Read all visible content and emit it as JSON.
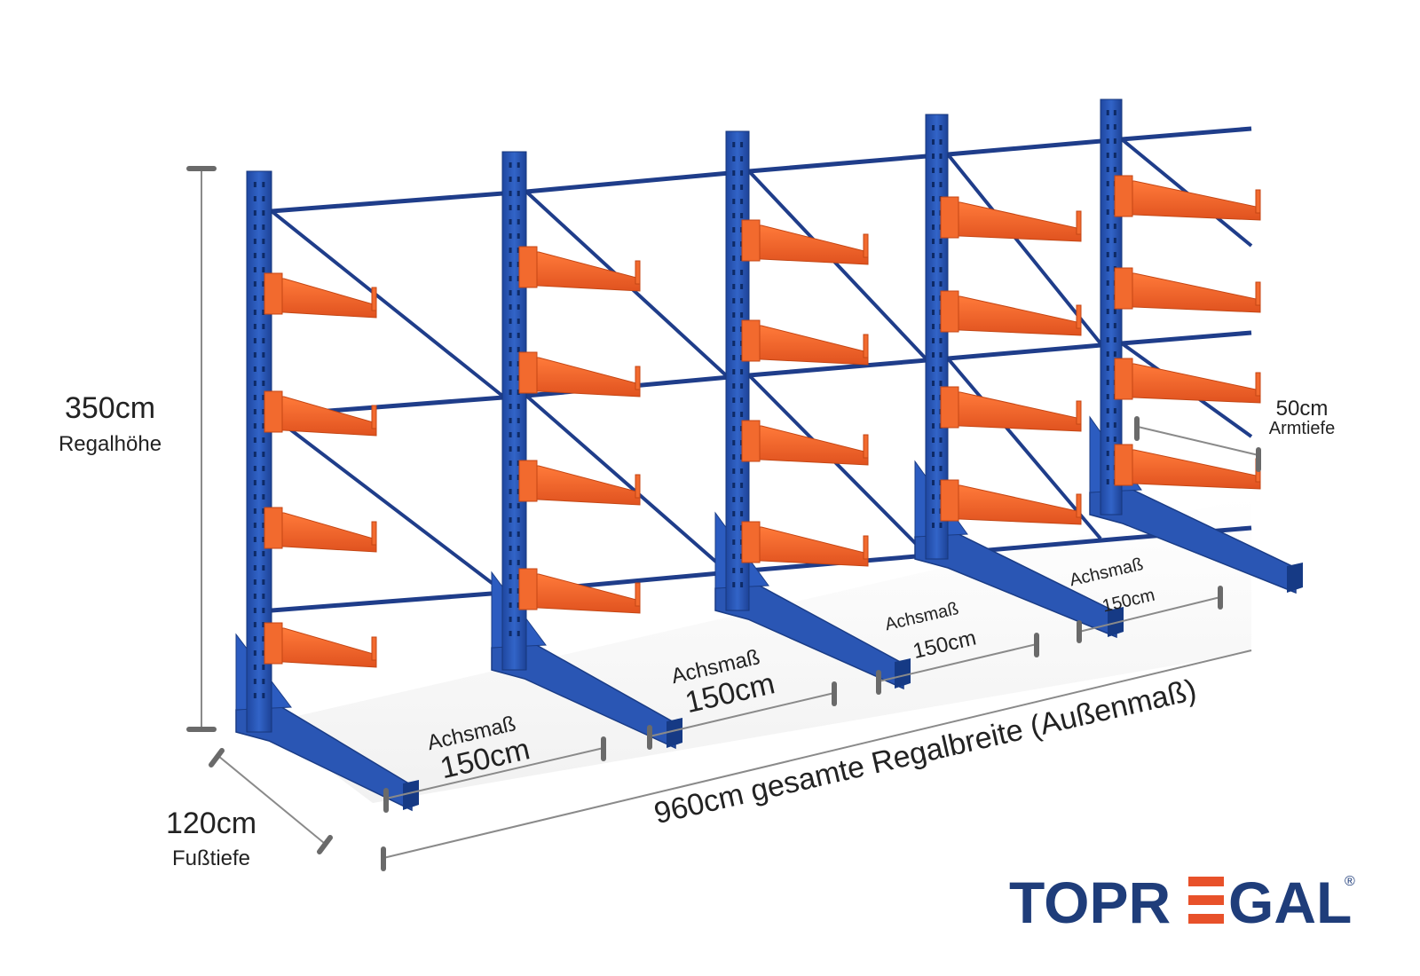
{
  "dimensions": {
    "height": {
      "value": "350cm",
      "label": "Regalhöhe"
    },
    "foot_depth": {
      "value": "120cm",
      "label": "Fußtiefe"
    },
    "arm_depth": {
      "value": "50cm",
      "label": "Armtiefe"
    },
    "total_width": {
      "text": "960cm gesamte Regalbreite  (Außenmaß)"
    },
    "bays": [
      {
        "label": "Achsmaß",
        "value": "150cm"
      },
      {
        "label": "Achsmaß",
        "value": "150cm"
      },
      {
        "label": "Achsmaß",
        "value": "150cm"
      },
      {
        "label": "Achsmaß",
        "value": "150cm"
      }
    ]
  },
  "brand": {
    "name_part1": "TOPR",
    "name_part2": "GAL",
    "registered_mark": "®",
    "colors": {
      "navy": "#1f3d7a",
      "orange": "#e8512a"
    }
  },
  "colors": {
    "upright_blue": "#2b59b8",
    "arm_orange": "#f26a2e",
    "brace_blue": "#1f3d8a"
  }
}
